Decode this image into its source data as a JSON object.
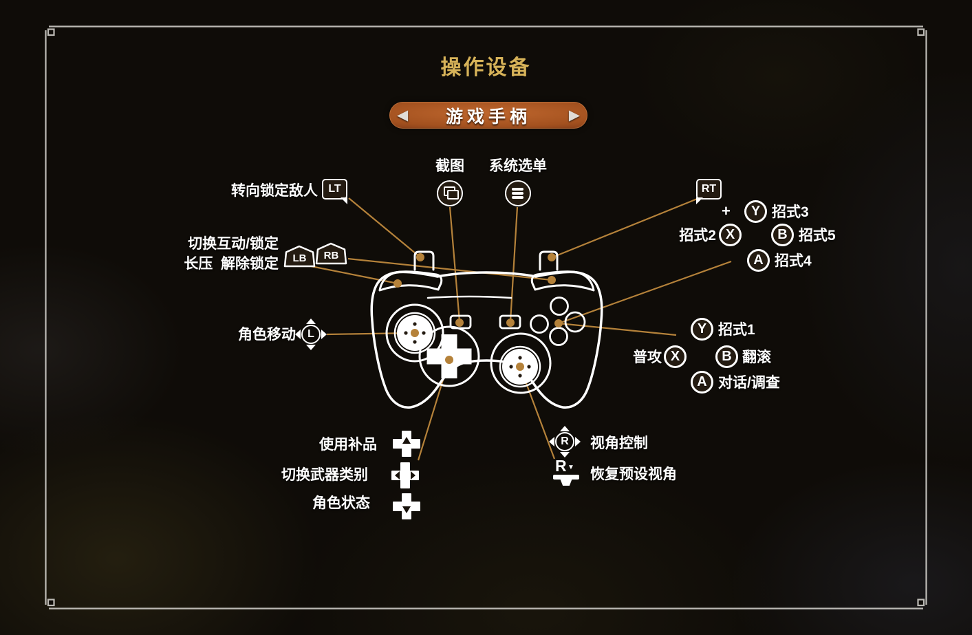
{
  "title": "操作设备",
  "selector": {
    "value": "游戏手柄",
    "prev": "◀",
    "next": "▶"
  },
  "badges": {
    "lt": "LT",
    "rt": "RT",
    "lb": "LB",
    "rb": "RB",
    "plus": "+",
    "stick_l": "L",
    "stick_r": "R",
    "r_press": "R",
    "r_press_arrow": "▼",
    "y": "Y",
    "x": "X",
    "b": "B",
    "a": "A"
  },
  "labels": {
    "screenshot": "截图",
    "system_menu": "系统选单",
    "lock_enemy": "转向锁定敌人",
    "toggle_interact": "切换互动/锁定",
    "long_press_unlock": "长压  解除锁定",
    "move": "角色移动",
    "combo3": "招式3",
    "combo2": "招式2",
    "combo5": "招式5",
    "combo4": "招式4",
    "combo1": "招式1",
    "normal_attack": "普攻",
    "roll": "翻滚",
    "dialog": "对话/调查",
    "use_item": "使用补品",
    "switch_weapon": "切换武器类别",
    "status": "角色状态",
    "camera": "视角控制",
    "reset_camera": "恢复预设视角"
  },
  "colors": {
    "accent_gold": "#d7b359",
    "connector_line": "#b5823a",
    "text": "#ffffff",
    "pill_center": "#b05a28",
    "frame": "#cccac5"
  }
}
